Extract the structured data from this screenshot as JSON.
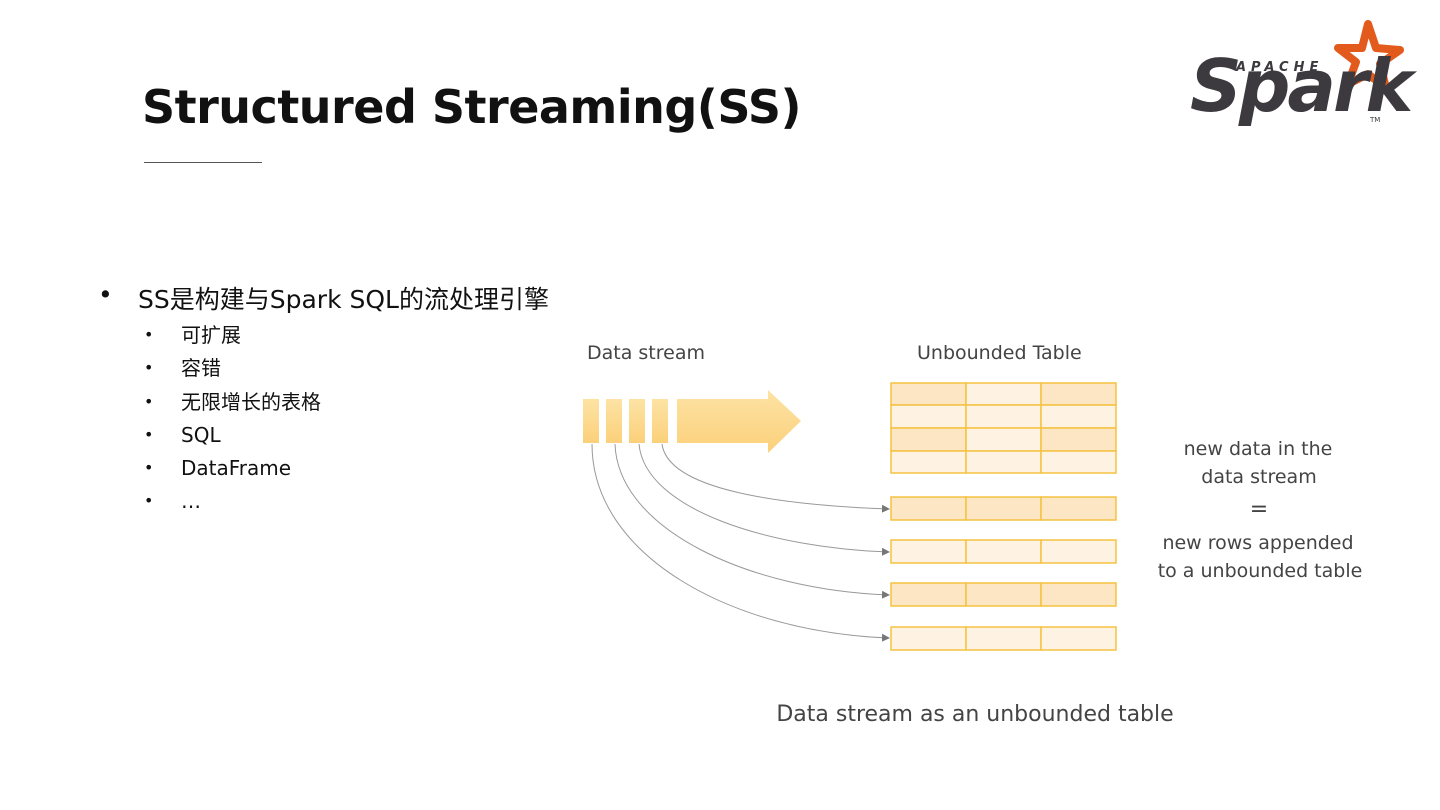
{
  "slide": {
    "title": "Structured Streaming(SS)"
  },
  "logo": {
    "apache": "APACHE",
    "wordmark": "Spark",
    "tm": "TM",
    "accent_color": "#e25a1c",
    "text_color": "#3c3a3e"
  },
  "bullets": {
    "main": "SS是构建与Spark SQL的流处理引擎",
    "marker": "•",
    "items": [
      "可扩展",
      "容错",
      "无限增长的表格",
      "SQL",
      "DataFrame",
      "…"
    ]
  },
  "diagram": {
    "data_stream_label": "Data stream",
    "table_label": "Unbounded Table",
    "note_line1": "new data in the",
    "note_line2": "data stream",
    "note_eq": "=",
    "note_line3": "new rows appended",
    "note_line4": "to a unbounded table",
    "caption": "Data stream as an unbounded table",
    "colors": {
      "cell_dark": "#fce6c4",
      "cell_light": "#fef3e3",
      "cell_border": "#f5c242",
      "stream_fill": "#fbd67e",
      "arrow_line": "#888888"
    }
  }
}
